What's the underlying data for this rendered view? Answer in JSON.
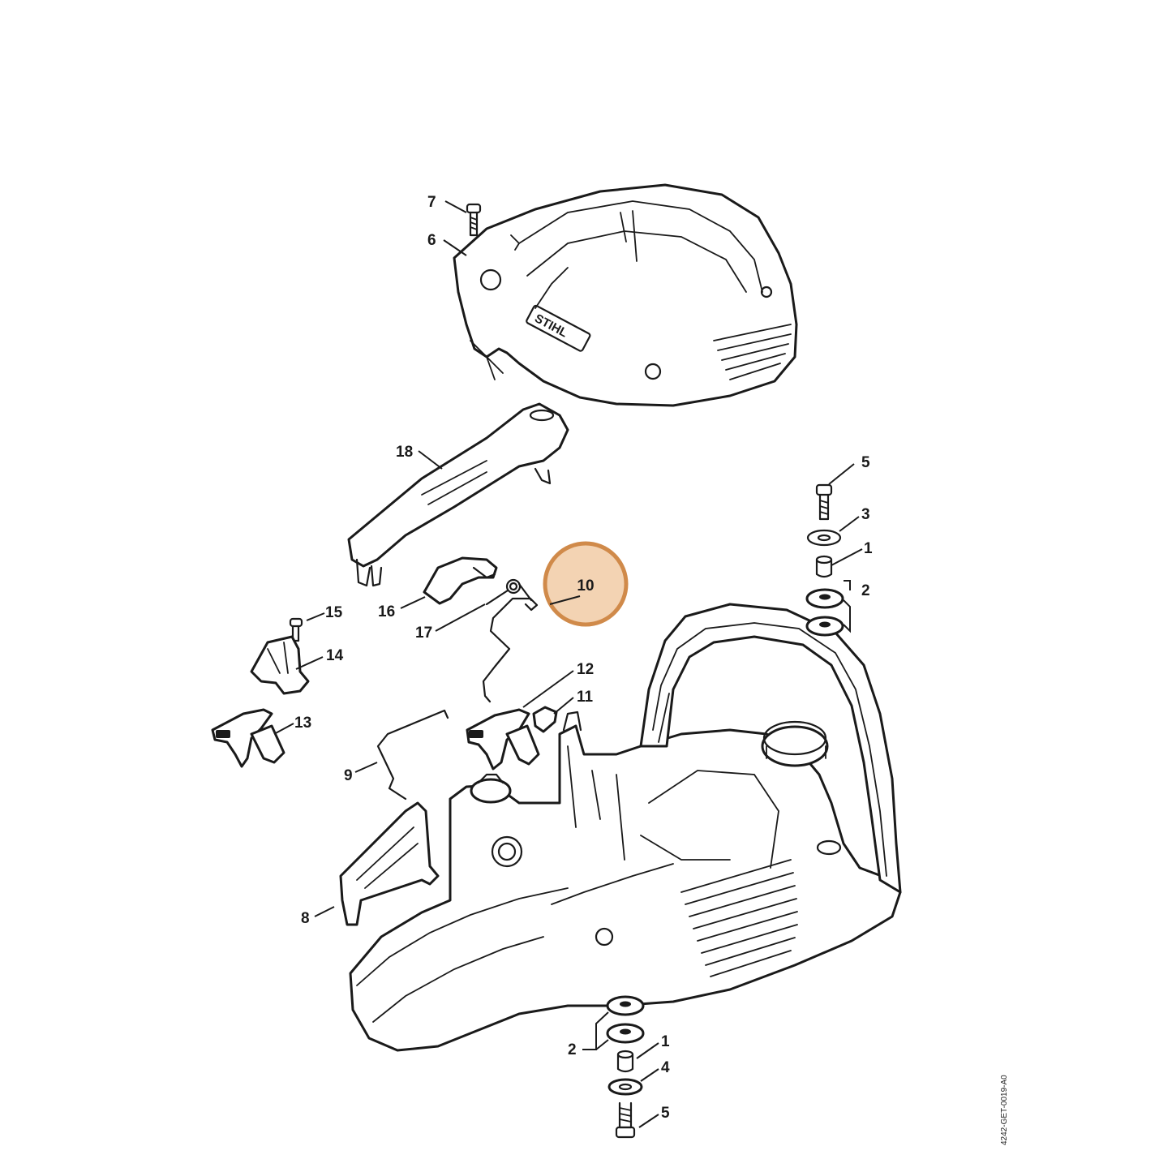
{
  "brand": "STIHL",
  "drawing_number": "4242-GET-0019-A0",
  "highlight": {
    "label": "10",
    "color": "#d08a4a",
    "fill": "#f3d3b3"
  },
  "callouts": {
    "c7": "7",
    "c6": "6",
    "c18": "18",
    "c5a": "5",
    "c3": "3",
    "c1a": "1",
    "c2a": "2",
    "c16": "16",
    "c17": "17",
    "c15": "15",
    "c14": "14",
    "c13": "13",
    "c12": "12",
    "c11": "11",
    "c9": "9",
    "c8": "8",
    "c2b": "2",
    "c1b": "1",
    "c4": "4",
    "c5b": "5"
  }
}
